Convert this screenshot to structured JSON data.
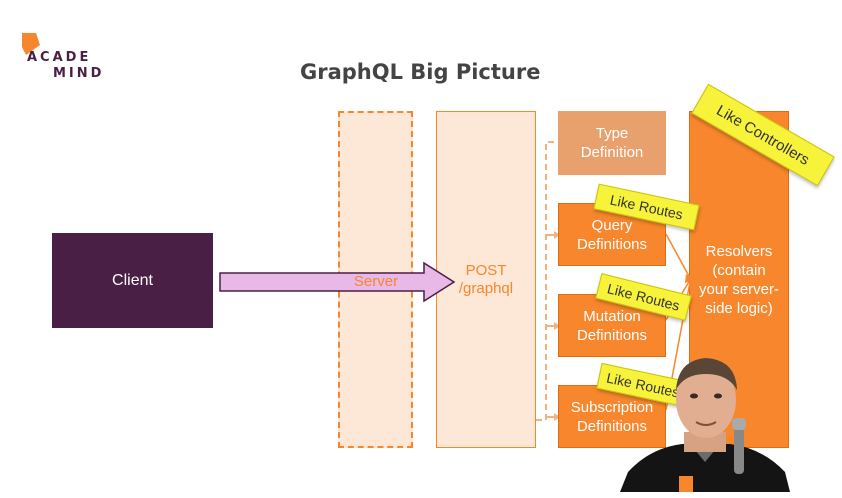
{
  "logo": {
    "line1": "ACADE",
    "line2": "MIND"
  },
  "title": "GraphQL Big Picture",
  "client": {
    "label": "Client"
  },
  "server": {
    "label": "Server"
  },
  "endpoint": {
    "label": "POST /graphql"
  },
  "definitions": {
    "type": "Type Definition",
    "query": "Query Definitions",
    "mutation": "Mutation Definitions",
    "subscription": "Subscription Definitions"
  },
  "resolvers": {
    "label": "Resolvers (contain your server-side logic)"
  },
  "notes": {
    "controllers": "Like Controllers",
    "routes_query": "Like Routes",
    "routes_mutation": "Like Routes",
    "routes_subscription": "Like Routes"
  },
  "colors": {
    "client": "#4a1f45",
    "accent": "#f7862d",
    "light_orange": "#fde7d6",
    "type_def": "#e8a06d",
    "sticky": "#f7f23a",
    "arrow_fill": "#e8b9e7"
  }
}
